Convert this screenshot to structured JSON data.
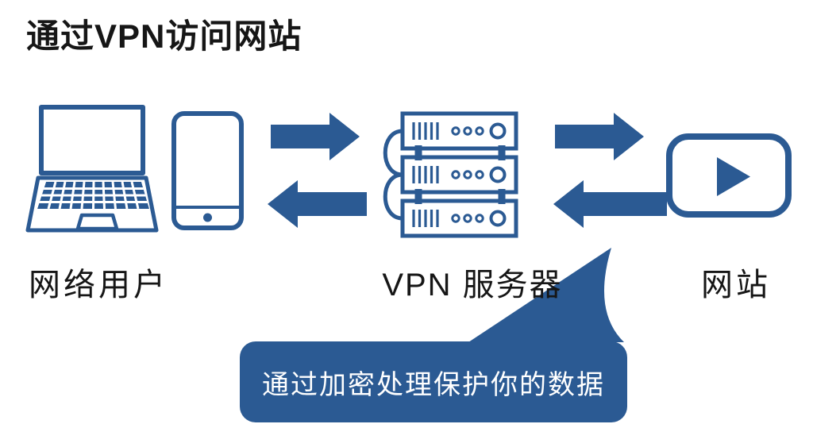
{
  "title": "通过VPN访问网站",
  "colors": {
    "accent": "#2b5a93",
    "text": "#161616",
    "callout_text": "#ffffff",
    "background": "#ffffff"
  },
  "nodes": {
    "user": {
      "label": "网络用户",
      "icons": [
        "laptop-icon",
        "smartphone-icon"
      ]
    },
    "server": {
      "label": "VPN 服务器",
      "icons": [
        "server-stack-icon"
      ]
    },
    "website": {
      "label": "网站",
      "icons": [
        "video-play-icon"
      ]
    }
  },
  "connections": [
    {
      "from": "user",
      "to": "server",
      "style": "bidirectional-block-arrows"
    },
    {
      "from": "server",
      "to": "website",
      "style": "bidirectional-block-arrows"
    }
  ],
  "callout": {
    "text": "通过加密处理保护你的数据"
  }
}
